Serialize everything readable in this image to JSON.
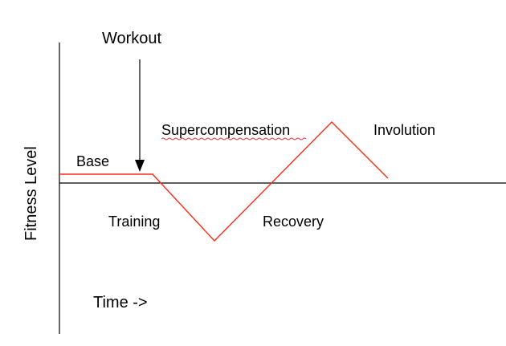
{
  "diagram": {
    "labels": {
      "workout": "Workout",
      "base": "Base",
      "supercompensation": "Supercompensation",
      "involution": "Involution",
      "training": "Training",
      "recovery": "Recovery",
      "time_axis": "Time ->",
      "fitness_axis": "Fitness Level"
    },
    "colors": {
      "curve": "#ff2a1a",
      "axes": "#000000",
      "spellcheck_underline": "#e03030"
    }
  }
}
